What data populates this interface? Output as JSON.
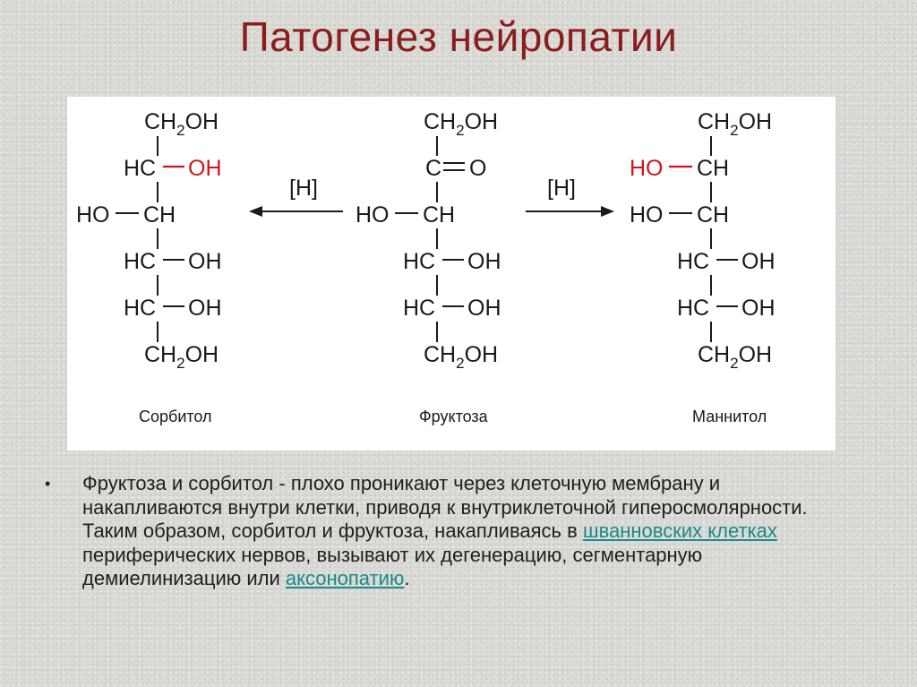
{
  "slide": {
    "title": "Патогенез нейропатии"
  },
  "diagram": {
    "reagent_left": "[H]",
    "reagent_right": "[H]",
    "sorbitol": {
      "caption": "Сорбитол",
      "top": "CH",
      "top_sub": "2",
      "top_tail": "OH",
      "bottom": "CH",
      "bottom_sub": "2",
      "bottom_tail": "OH",
      "row1_left": "HC",
      "row1_right": "OH",
      "row2_left": "HO",
      "row2_right": "CH",
      "row3_left": "HC",
      "row3_right": "OH",
      "row4_left": "HC",
      "row4_right": "OH"
    },
    "fructose": {
      "caption": "Фруктоза",
      "top": "CH",
      "top_sub": "2",
      "top_tail": "OH",
      "bottom": "CH",
      "bottom_sub": "2",
      "bottom_tail": "OH",
      "row1_left": "C",
      "row1_right": "O",
      "row2_left": "HO",
      "row2_right": "CH",
      "row3_left": "HC",
      "row3_right": "OH",
      "row4_left": "HC",
      "row4_right": "OH"
    },
    "mannitol": {
      "caption": "Маннитол",
      "top": "CH",
      "top_sub": "2",
      "top_tail": "OH",
      "bottom": "CH",
      "bottom_sub": "2",
      "bottom_tail": "OH",
      "row1_left": "HO",
      "row1_right": "CH",
      "row2_left": "HO",
      "row2_right": "CH",
      "row3_left": "HC",
      "row3_right": "OH",
      "row4_left": "HC",
      "row4_right": "OH"
    },
    "highlight_color": "#d0141e"
  },
  "bullet": {
    "part1": "Фруктоза и сорбитол - плохо проникают через клеточную мембрану и накапливаются внутри клетки, приводя к внутриклеточной гиперосмолярности. Таким образом, сорбитол и фруктоза, накапливаясь в ",
    "link1": "шванновских клетках",
    "part2": " периферических нервов, вызывают их дегенерацию, сегментарную демиелинизацию или ",
    "link2": "аксонопатию",
    "part3": "."
  },
  "colors": {
    "title": "#8b1d1d",
    "link": "#1a8a8a"
  }
}
